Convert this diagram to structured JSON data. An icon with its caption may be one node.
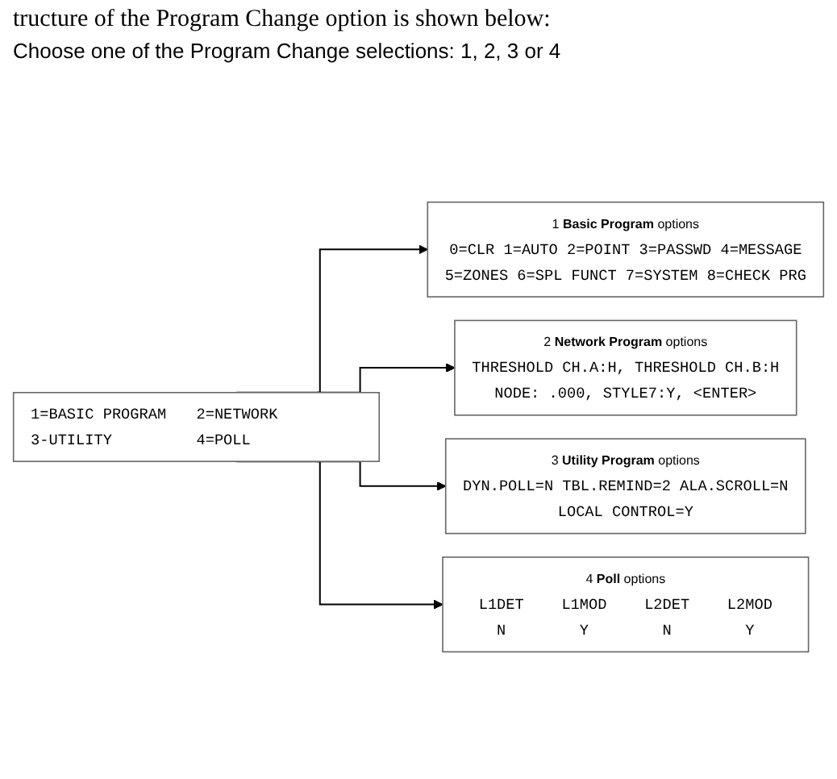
{
  "diagram": {
    "nodes": [
      {
        "text": [
          "1=BASIC PROGRAM",
          "2=NETWORK",
          "3-UTILITY",
          "4=POLL"
        ]
      },
      {
        "text": [
          "1 **Basic Program** options",
          "0=CLR 1=AUTO 2=POINT 3=PASSWD 4=MESSAGE",
          "5=ZONES 6=SPL FUNCT 7=SYSTEM 8=CHECK PRG"
        ]
      },
      {
        "text": [
          "2 **Network Program** options",
          "THRESHOLD CH.A:H, THRESHOLD CH.B:H",
          "NODE: .000, STYLE7:Y, <ENTER>"
        ]
      },
      {
        "text": [
          "3 **Utility Program** options",
          "DYN.POLL=N TBL.REMIND=2 ALA.SCROLL=N",
          "LOCAL CONTROL=Y"
        ]
      },
      {
        "text": [
          "4 **Poll** options",
          "L1DET",
          "L1MOD",
          "L2DET",
          "L2MOD",
          "N",
          "Y",
          "N",
          "Y"
        ]
      }
    ],
    "edges": [
      {
        "from": 0,
        "to": 1,
        "arrow": "to"
      },
      {
        "from": 0,
        "to": 2,
        "arrow": "to"
      },
      {
        "from": 0,
        "to": 3,
        "arrow": "to"
      },
      {
        "from": 0,
        "to": 4,
        "arrow": "to"
      }
    ],
    "labels": [
      "tructure of the Program Change option is shown below:",
      "Choose one of the Program Change selections: 1, 2, 3 or 4"
    ]
  }
}
